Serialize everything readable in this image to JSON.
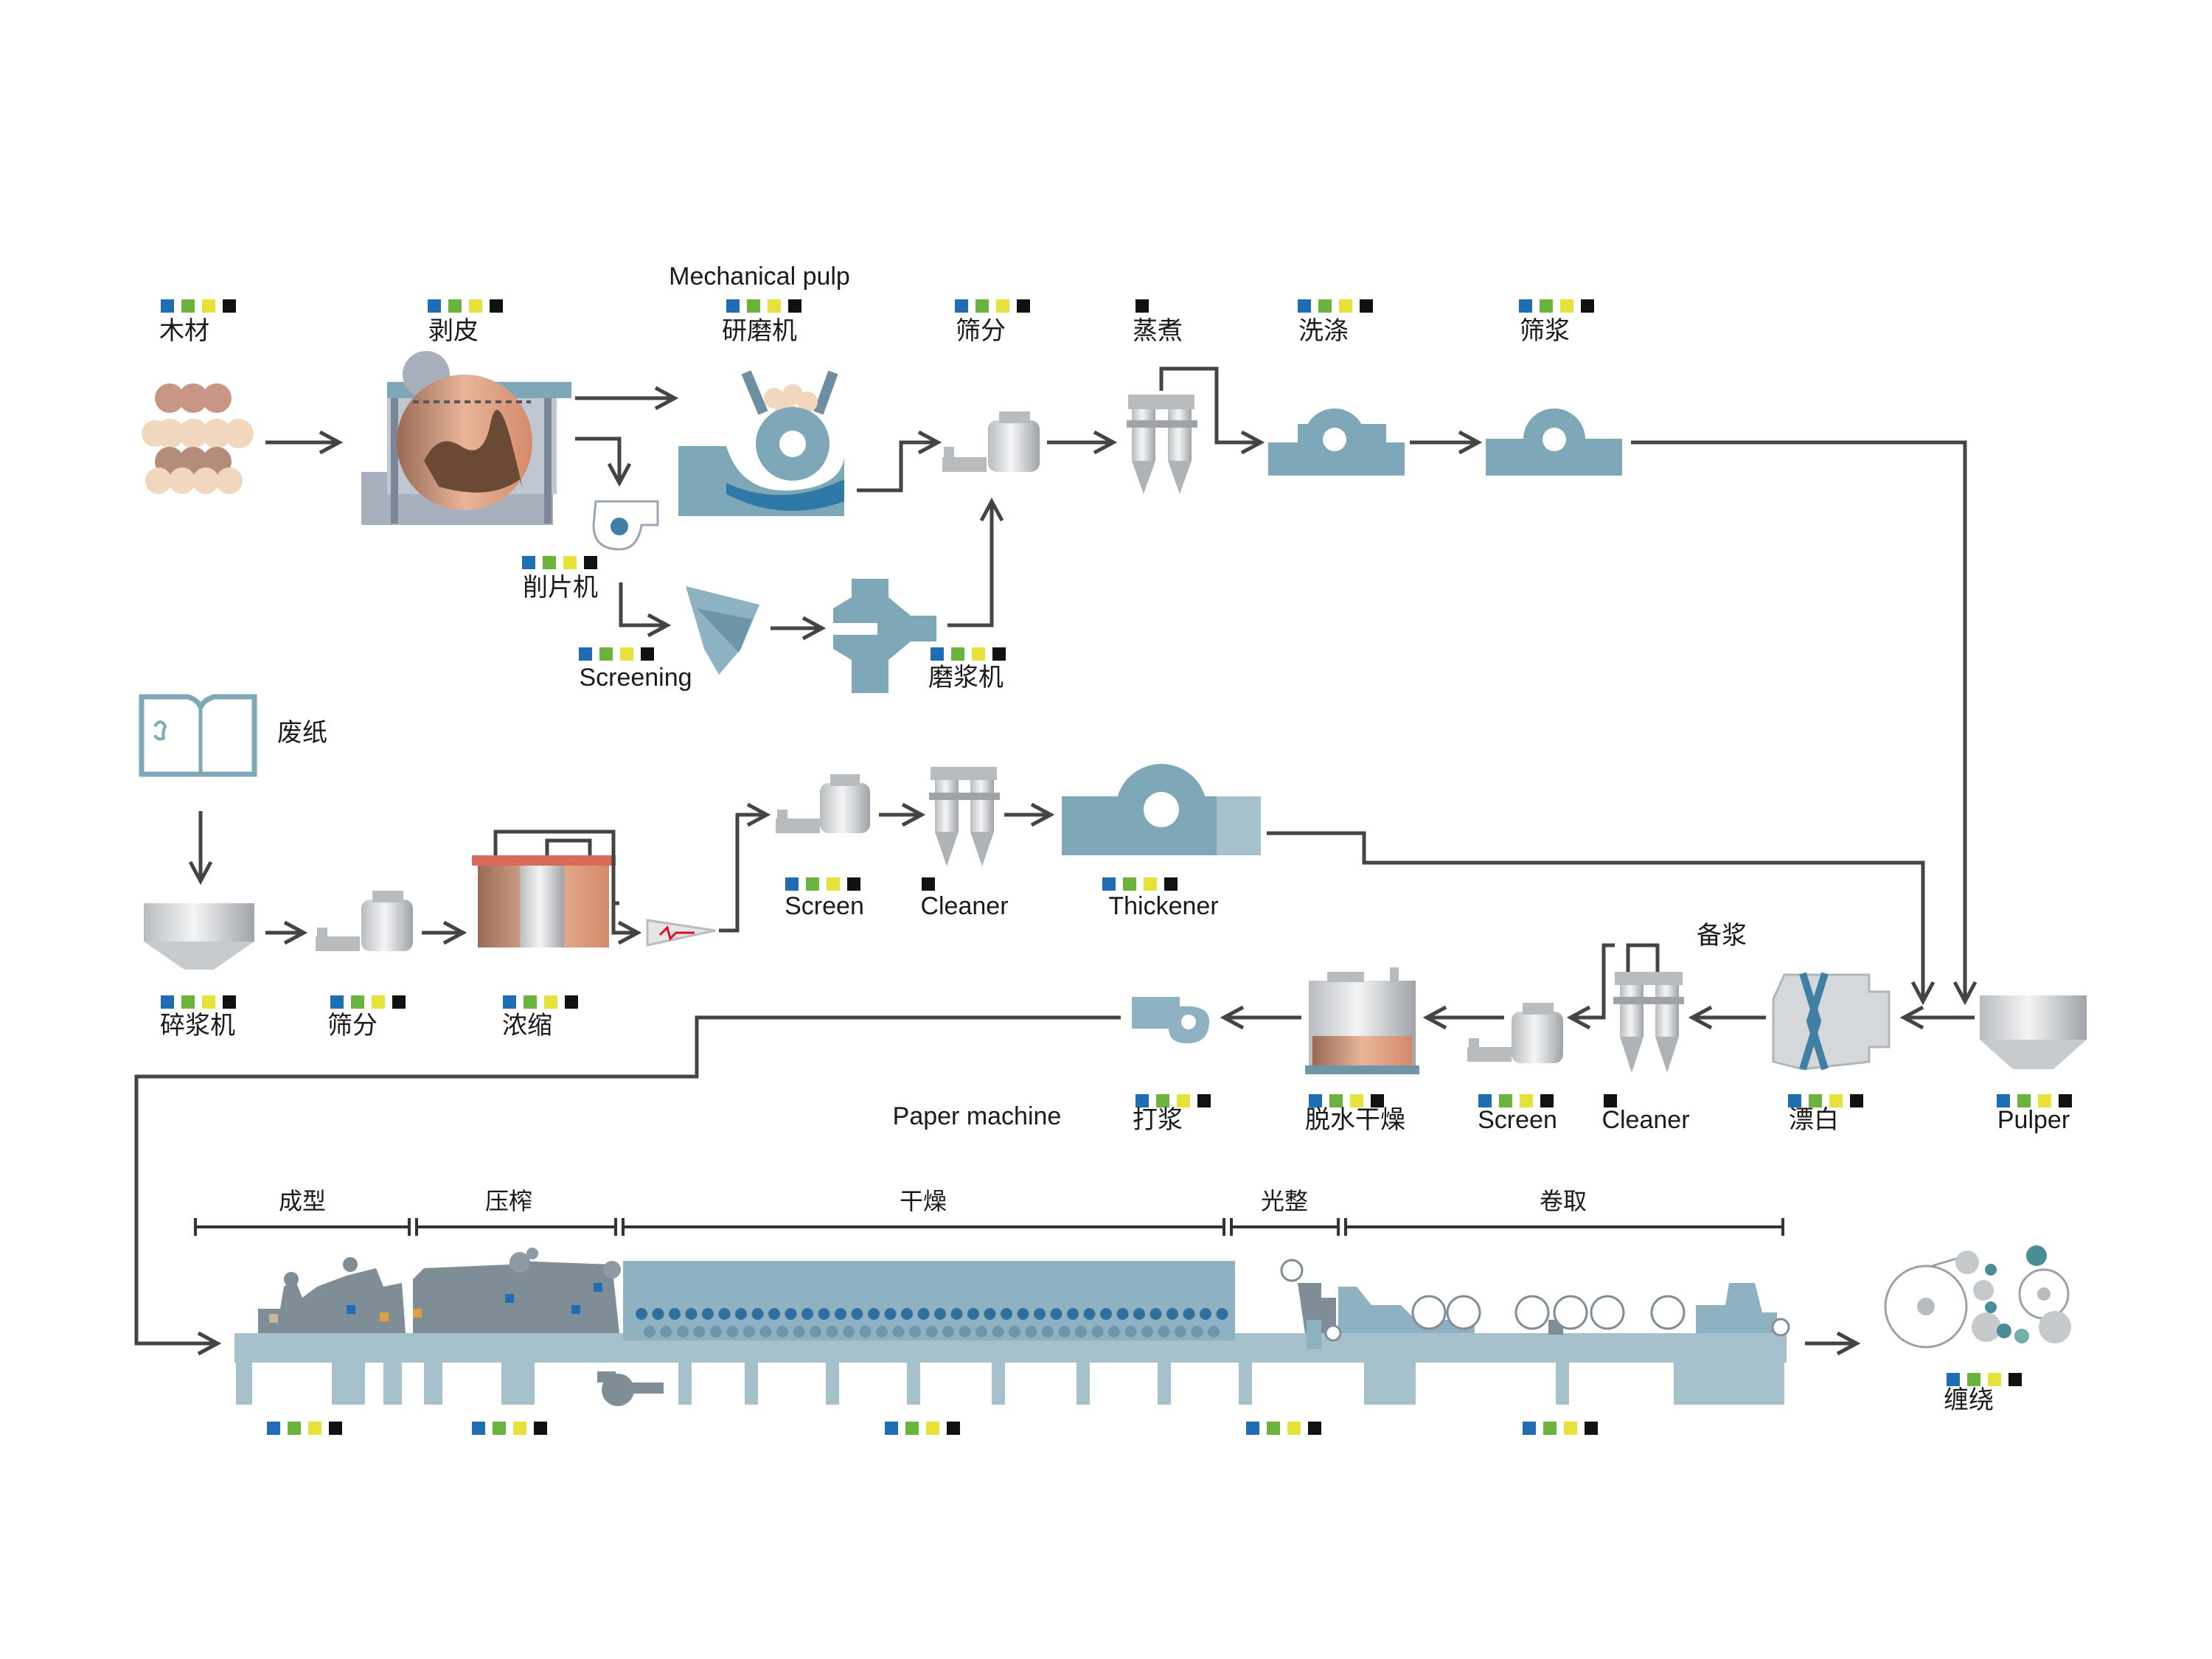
{
  "colors": {
    "code_blue": "#1f6db5",
    "code_green": "#6ab43e",
    "code_yellow": "#e6e23a",
    "code_black": "#111111",
    "equipment_blue": "#7ea7b8",
    "paper_machine": "#93b0c4",
    "arrow": "#444444"
  },
  "mechanical": {
    "title": "Mechanical pulp",
    "labels": {
      "wood": "木材",
      "debark": "剥皮",
      "grinder": "研磨机",
      "screen": "筛分",
      "cook": "蒸煮",
      "wash": "洗涤",
      "screen_pulp": "筛浆",
      "chipper": "削片机",
      "screening": "Screening",
      "refiner": "磨浆机"
    }
  },
  "recycled": {
    "labels": {
      "waste_paper": "废纸",
      "pulper": "碎浆机",
      "screen": "筛分",
      "thicken": "浓缩",
      "screen_en": "Screen",
      "cleaner": "Cleaner",
      "thickener": "Thickener"
    }
  },
  "stock_prep": {
    "title": "备浆",
    "labels": {
      "pulper": "Pulper",
      "bleach": "漂白",
      "cleaner": "Cleaner",
      "screen": "Screen",
      "dewater": "脱水干燥",
      "beat": "打浆"
    }
  },
  "paper_machine": {
    "title": "Paper machine",
    "sections": [
      "成型",
      "压榨",
      "干燥",
      "光整",
      "卷取"
    ],
    "winding": "缠绕"
  }
}
